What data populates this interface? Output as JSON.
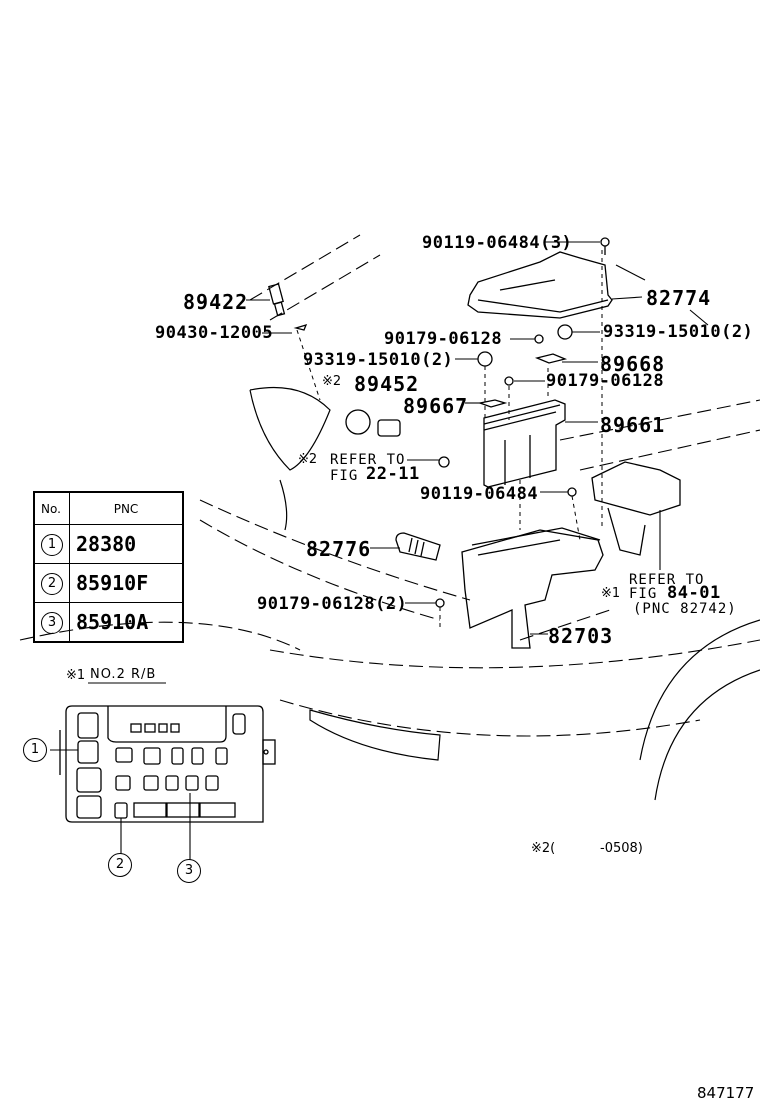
{
  "diagram": {
    "figure_id": "847177",
    "part_labels": {
      "p90119_06484_3": "90119-06484(3)",
      "p82774": "82774",
      "p89422": "89422",
      "p90430_12005": "90430-12005",
      "p90179_06128_a": "90179-06128",
      "p93319_15010_2a": "93319-15010(2)",
      "p93319_15010_2b": "93319-15010(2)",
      "p89668": "89668",
      "p89452": "89452",
      "p90179_06128_b": "90179-06128",
      "p89667": "89667",
      "p89661": "89661",
      "p90119_06484": "90119-06484",
      "p82776": "82776",
      "p90179_06128_2": "90179-06128(2)",
      "p82703": "82703"
    },
    "notes": {
      "mark1": "※1",
      "mark2": "※2",
      "refer_to": "REFER TO",
      "fig": "FIG",
      "fig_22_11": "22-11",
      "fig_84_01": "84-01",
      "pnc_82742": "(PNC 82742)",
      "footnote_mark2": "※2(",
      "footnote_range": "-0508)",
      "rb_title_mark": "※1",
      "rb_title": "NO.2 R/B"
    },
    "pnc_table": {
      "headers": [
        "No.",
        "PNC"
      ],
      "rows": [
        {
          "no": "1",
          "pnc": "28380"
        },
        {
          "no": "2",
          "pnc": "85910F"
        },
        {
          "no": "3",
          "pnc": "85910A"
        }
      ]
    },
    "callouts": [
      "1",
      "2",
      "3"
    ]
  }
}
